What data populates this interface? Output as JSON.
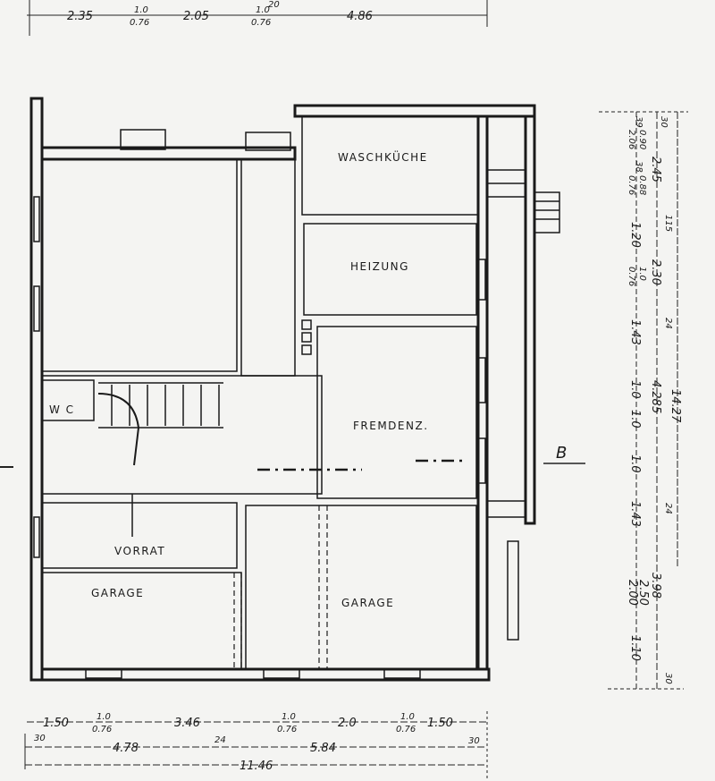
{
  "rooms": {
    "waschkueche": "WASCHKÜCHE",
    "heizung": "HEIZUNG",
    "fremdenz": "FREMDENZ.",
    "wc": "W C",
    "vorrat": "VORRAT",
    "garage_left": "GARAGE",
    "garage_right": "GARAGE"
  },
  "section_marker": "B",
  "dimensions": {
    "top": [
      "2.35",
      "1.0",
      "0.76",
      "2.05",
      "1.0",
      "0.76",
      "20",
      "4.86"
    ],
    "right_inner": [
      "39",
      "0.90",
      "2.06",
      "38",
      "0.88",
      "0.76",
      "1.20",
      "1.0",
      "0.76",
      "1.43",
      "1.0",
      "1.0",
      "1.0",
      "1.43",
      "2.50",
      "2.00",
      "1.10"
    ],
    "right_middle": [
      "30",
      "2.45",
      "115",
      "2.30",
      "24",
      "4.285",
      "24",
      "3.98",
      "30"
    ],
    "right_outer": [
      "14.27"
    ],
    "bottom_row1": [
      "1.50",
      "1.0",
      "0.76",
      "3.46",
      "1.0",
      "0.76",
      "2.0",
      "1.0",
      "0.76",
      "1.50"
    ],
    "bottom_row2": [
      "30",
      "4.78",
      "24",
      "5.84",
      "30"
    ],
    "bottom_row3": [
      "11.46"
    ]
  }
}
